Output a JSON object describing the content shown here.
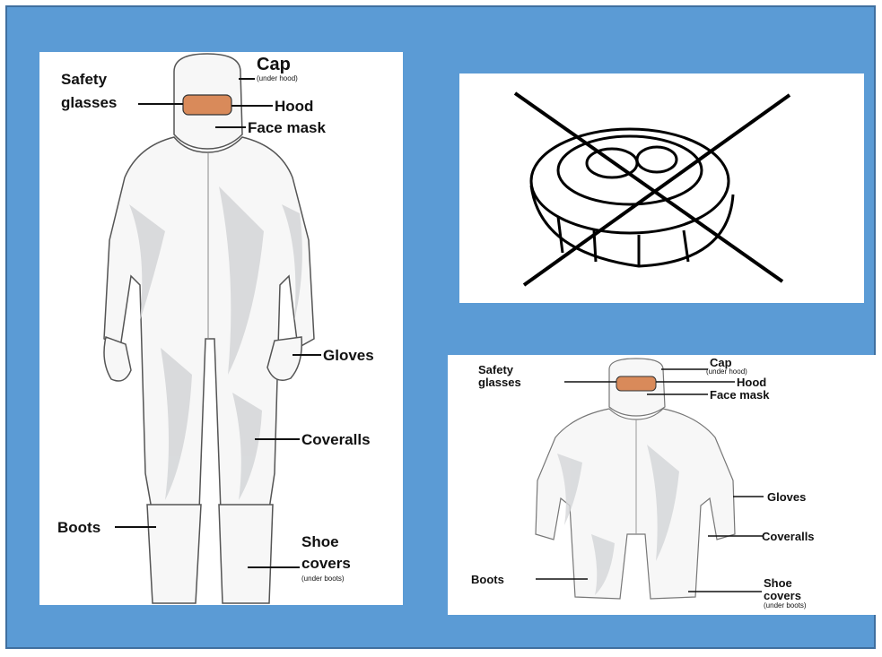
{
  "large_diagram": {
    "cap": "Cap",
    "cap_sub": "(under hood)",
    "safety": "Safety",
    "glasses": "glasses",
    "hood": "Hood",
    "face_mask": "Face mask",
    "gloves": "Gloves",
    "coveralls": "Coveralls",
    "boots": "Boots",
    "shoe": "Shoe",
    "covers": "covers",
    "covers_sub": "(under boots)"
  },
  "small_diagram": {
    "cap": "Cap",
    "cap_sub": "(under hood)",
    "safety": "Safety",
    "glasses": "glasses",
    "hood": "Hood",
    "face_mask": "Face mask",
    "gloves": "Gloves",
    "coveralls": "Coveralls",
    "boots": "Boots",
    "shoe": "Shoe",
    "covers": "covers",
    "covers_sub": "(under boots)"
  },
  "colors": {
    "background": "#5b9bd5",
    "goggles": "#d98a5a",
    "suit_shade": "#d4d6d8",
    "prohibited_cross": "#000000"
  },
  "icons": [
    "ring-jewelry-icon",
    "prohibited-cross-icon"
  ]
}
